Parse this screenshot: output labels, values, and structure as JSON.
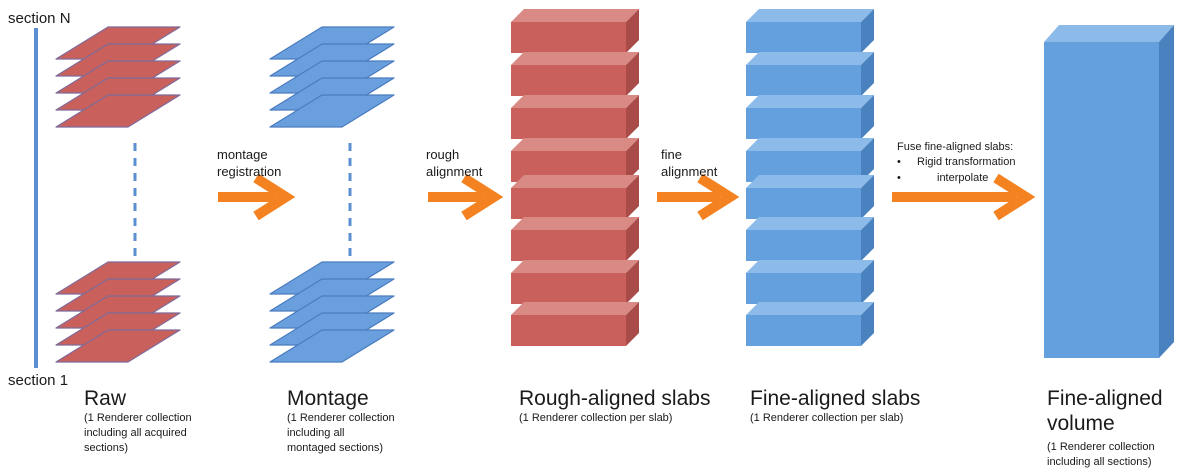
{
  "axis": {
    "top_label": "section N",
    "bottom_label": "section 1"
  },
  "stages": [
    {
      "title": "Raw",
      "desc": [
        "(1 Renderer collection",
        "including all acquired",
        "sections)"
      ]
    },
    {
      "title": "Montage",
      "desc": [
        "(1 Renderer collection",
        "including all",
        "montaged sections)"
      ]
    },
    {
      "title": "Rough-aligned slabs",
      "desc": [
        "(1 Renderer collection per slab)"
      ]
    },
    {
      "title": "Fine-aligned slabs",
      "desc": [
        "(1 Renderer collection per slab)"
      ]
    },
    {
      "title": [
        "Fine-aligned",
        "volume"
      ],
      "desc": [
        "(1 Renderer collection",
        "including all sections)"
      ]
    }
  ],
  "arrows": [
    {
      "label": [
        "montage",
        "registration"
      ]
    },
    {
      "label": [
        "rough",
        "alignment"
      ]
    },
    {
      "label": [
        "fine",
        "alignment"
      ]
    },
    {
      "label_title": "Fuse fine-aligned slabs:",
      "items": [
        "Rigid transformation",
        "interpolate"
      ]
    }
  ],
  "colors": {
    "raw_face": "#c9605b",
    "raw_edge": "#7f6b9a",
    "montage_face": "#6a9fde",
    "montage_edge": "#4a7cbf",
    "slab_red_front": "#c9605b",
    "slab_red_top": "#d98a85",
    "slab_red_side": "#a94c49",
    "slab_blue_front": "#64a0de",
    "slab_blue_top": "#8cbbea",
    "slab_blue_side": "#4a82bf",
    "arrow": "#f58220",
    "axis_line": "#5b8fd1",
    "dash": "#5b8fd1"
  }
}
